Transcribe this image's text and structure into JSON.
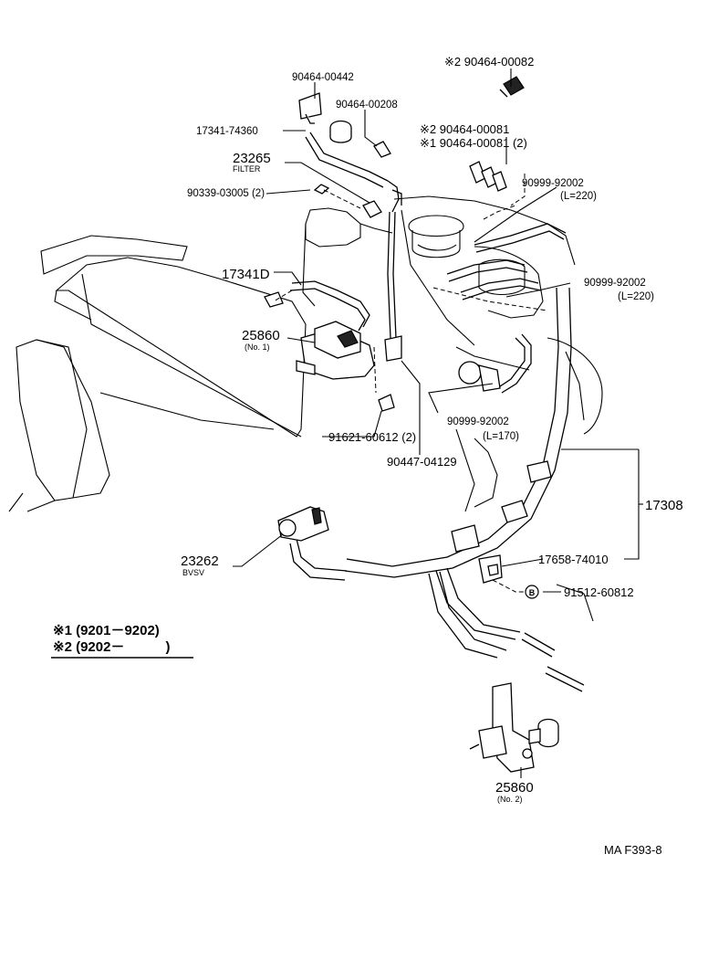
{
  "parts": {
    "p_90464_00442": "90464-00442",
    "p_17341_74360": "17341-74360",
    "p_90464_00208": "90464-00208",
    "p_23265": "23265",
    "p_23265_sub": "FILTER",
    "p_90339_03005": "90339-03005 (2)",
    "p_x2_90464_00082": "※2 90464-00082",
    "p_x2_90464_00081": "※2 90464-00081",
    "p_x1_90464_00081": "※1 90464-00081 (2)",
    "p_90999_92002_a": "90999-92002",
    "p_90999_92002_a_sub": "(L=220)",
    "p_17341D": "17341D",
    "p_90999_92002_b": "90999-92002",
    "p_90999_92002_b_sub": "(L=220)",
    "p_25860_1": "25860",
    "p_25860_1_sub": "(No. 1)",
    "p_90999_92002_c": "90999-92002",
    "p_90999_92002_c_sub": "(L=170)",
    "p_91621_60612": "91621-60612 (2)",
    "p_90447_04129": "90447-04129",
    "p_17308": "17308",
    "p_23262": "23262",
    "p_23262_sub": "BVSV",
    "p_17658_74010": "17658-74010",
    "p_91512_60812": "91512-60812",
    "p_B_marker": "B",
    "p_25860_2": "25860",
    "p_25860_2_sub": "(No. 2)"
  },
  "legend": {
    "row1": "※1 (9201－9202)",
    "row2": "※2 (9202－　　　)"
  },
  "footer": {
    "ref": "MA F393-8"
  }
}
